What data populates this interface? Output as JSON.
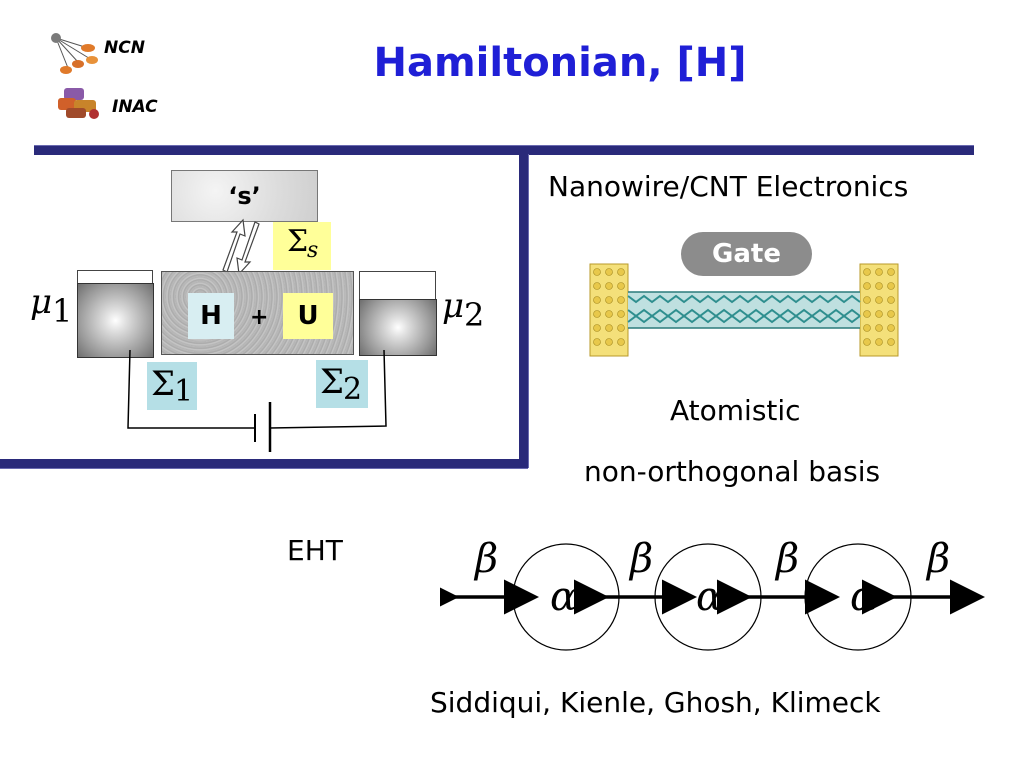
{
  "header": {
    "logo1_text": "NCN",
    "logo2_text": "INAC",
    "title": "Hamiltonian, [H]"
  },
  "device_diagram": {
    "s_label": "‘s’",
    "sigma_s_base": "Σ",
    "sigma_s_sub": "s",
    "h_label": "H",
    "plus_label": "+",
    "u_label": "U",
    "mu1_base": "μ",
    "mu1_sub": "1",
    "mu2_base": "μ",
    "mu2_sub": "2",
    "sigma1_base": "Σ",
    "sigma1_sub": "1",
    "sigma2_base": "Σ",
    "sigma2_sub": "2"
  },
  "nanowire": {
    "heading": "Nanowire/CNT Electronics",
    "gate_label": "Gate",
    "line1": "Atomistic",
    "line2": "non-orthogonal basis"
  },
  "eht": {
    "label": "EHT",
    "beta": "β",
    "alpha": "α"
  },
  "footer": {
    "authors": "Siddiqui, Kienle, Ghosh, Klimeck"
  },
  "colors": {
    "title": "#1f1fd6",
    "rule": "#2a2a7a",
    "yellow_box": "#ffff99",
    "cyan_box": "#b5dfe6",
    "gate_pill": "#8c8c8c",
    "contact_gold": "#e8c84a",
    "cnt_teal": "#2f8f8f"
  }
}
